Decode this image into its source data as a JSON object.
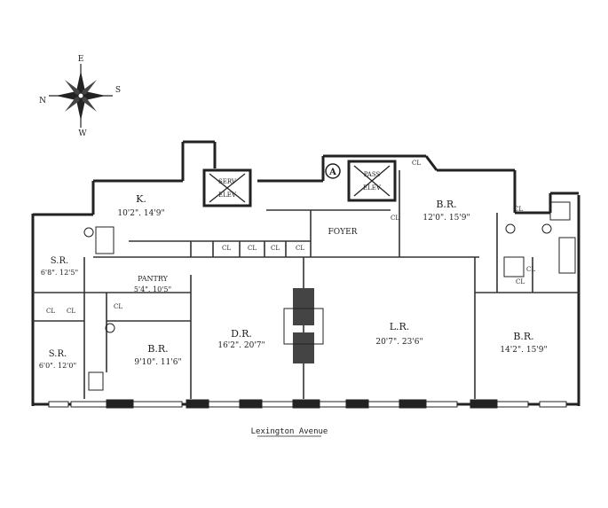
{
  "compass": {
    "north": "N",
    "south": "S",
    "east": "E",
    "west": "W"
  },
  "rooms": {
    "kitchen": {
      "name": "K.",
      "dims": "10'2\". 14'9\""
    },
    "service_elevator": {
      "line1": "SERV",
      "line2": "ELEV"
    },
    "passenger_elevator": {
      "line1": "PASS",
      "line2": "ELEV"
    },
    "stair_marker": "A",
    "foyer": {
      "name": "FOYER"
    },
    "bedroom_ne": {
      "name": "B.R.",
      "dims": "12'0\". 15'9\""
    },
    "servant_room_1": {
      "name": "S.R.",
      "dims": "6'8\". 12'5\""
    },
    "servant_room_2": {
      "name": "S.R.",
      "dims": "6'0\". 12'0\""
    },
    "pantry": {
      "name": "PANTRY",
      "dims": "5'4\". 10'5\""
    },
    "bedroom_sw": {
      "name": "B.R.",
      "dims": "9'10\". 11'6\""
    },
    "dining_room": {
      "name": "D.R.",
      "dims": "16'2\". 20'7\""
    },
    "living_room": {
      "name": "L.R.",
      "dims": "20'7\". 23'6\""
    },
    "bedroom_se": {
      "name": "B.R.",
      "dims": "14'2\". 15'9\""
    }
  },
  "closet_label": "CL",
  "street": "Lexington Avenue"
}
